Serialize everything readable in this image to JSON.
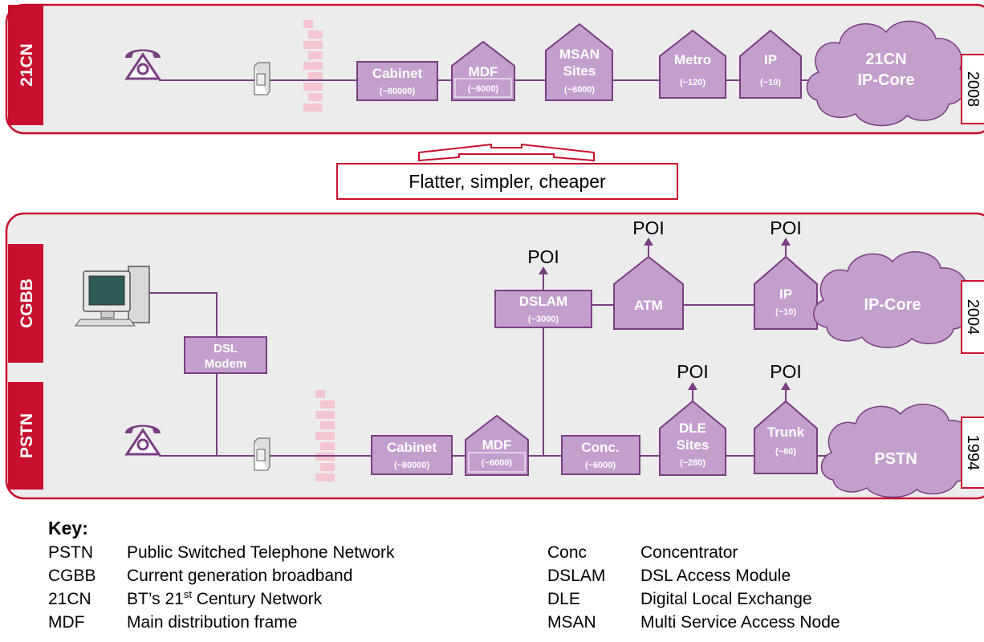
{
  "rows": {
    "21cn": "21CN",
    "cgbb": "CGBB",
    "pstn": "PSTN"
  },
  "years": {
    "y2008": "2008",
    "y2004": "2004",
    "y1994": "1994"
  },
  "banner": "Flatter, simpler, cheaper",
  "top": {
    "cabinet": {
      "title": "Cabinet",
      "count": "(~80000)"
    },
    "mdf": {
      "title": "MDF",
      "count": "(~6000)"
    },
    "msan": {
      "title1": "MSAN",
      "title2": "Sites",
      "count": "(~6000)"
    },
    "metro": {
      "title": "Metro",
      "count": "(~120)"
    },
    "ip": {
      "title": "IP",
      "count": "(~10)"
    },
    "core": {
      "line1": "21CN",
      "line2": "IP-Core"
    }
  },
  "bottom": {
    "dsl_modem": {
      "line1": "DSL",
      "line2": "Modem"
    },
    "dslam": {
      "title": "DSLAM",
      "count": "(~3000)"
    },
    "atm": {
      "title": "ATM"
    },
    "ip": {
      "title": "IP",
      "count": "(~10)"
    },
    "ip_core": "IP-Core",
    "cabinet": {
      "title": "Cabinet",
      "count": "(~80000)"
    },
    "mdf": {
      "title": "MDF",
      "count": "(~6000)"
    },
    "conc": {
      "title": "Conc.",
      "count": "(~6000)"
    },
    "dle": {
      "title1": "DLE",
      "title2": "Sites",
      "count": "(~280)"
    },
    "trunk": {
      "title": "Trunk",
      "count": "(~80)"
    },
    "pstn_cloud": "PSTN",
    "poi": "POI"
  },
  "key": {
    "heading": "Key:",
    "entries": [
      {
        "abbr": "PSTN",
        "desc": "Public Switched Telephone Network"
      },
      {
        "abbr": "CGBB",
        "desc": "Current generation broadband"
      },
      {
        "abbr": "21CN",
        "desc_pre": "BT’s 21",
        "desc_sup": "st",
        "desc_post": " Century Network"
      },
      {
        "abbr": "MDF",
        "desc": "Main distribution frame"
      },
      {
        "abbr": "Conc",
        "desc": "Concentrator"
      },
      {
        "abbr": "DSLAM",
        "desc": "DSL Access Module"
      },
      {
        "abbr": "DLE",
        "desc": "Digital Local Exchange"
      },
      {
        "abbr": "MSAN",
        "desc": "Multi Service Access Node"
      }
    ]
  },
  "colors": {
    "accent": "#c8102e",
    "node": "#c39fcc",
    "node_stroke": "#7a3e82"
  }
}
